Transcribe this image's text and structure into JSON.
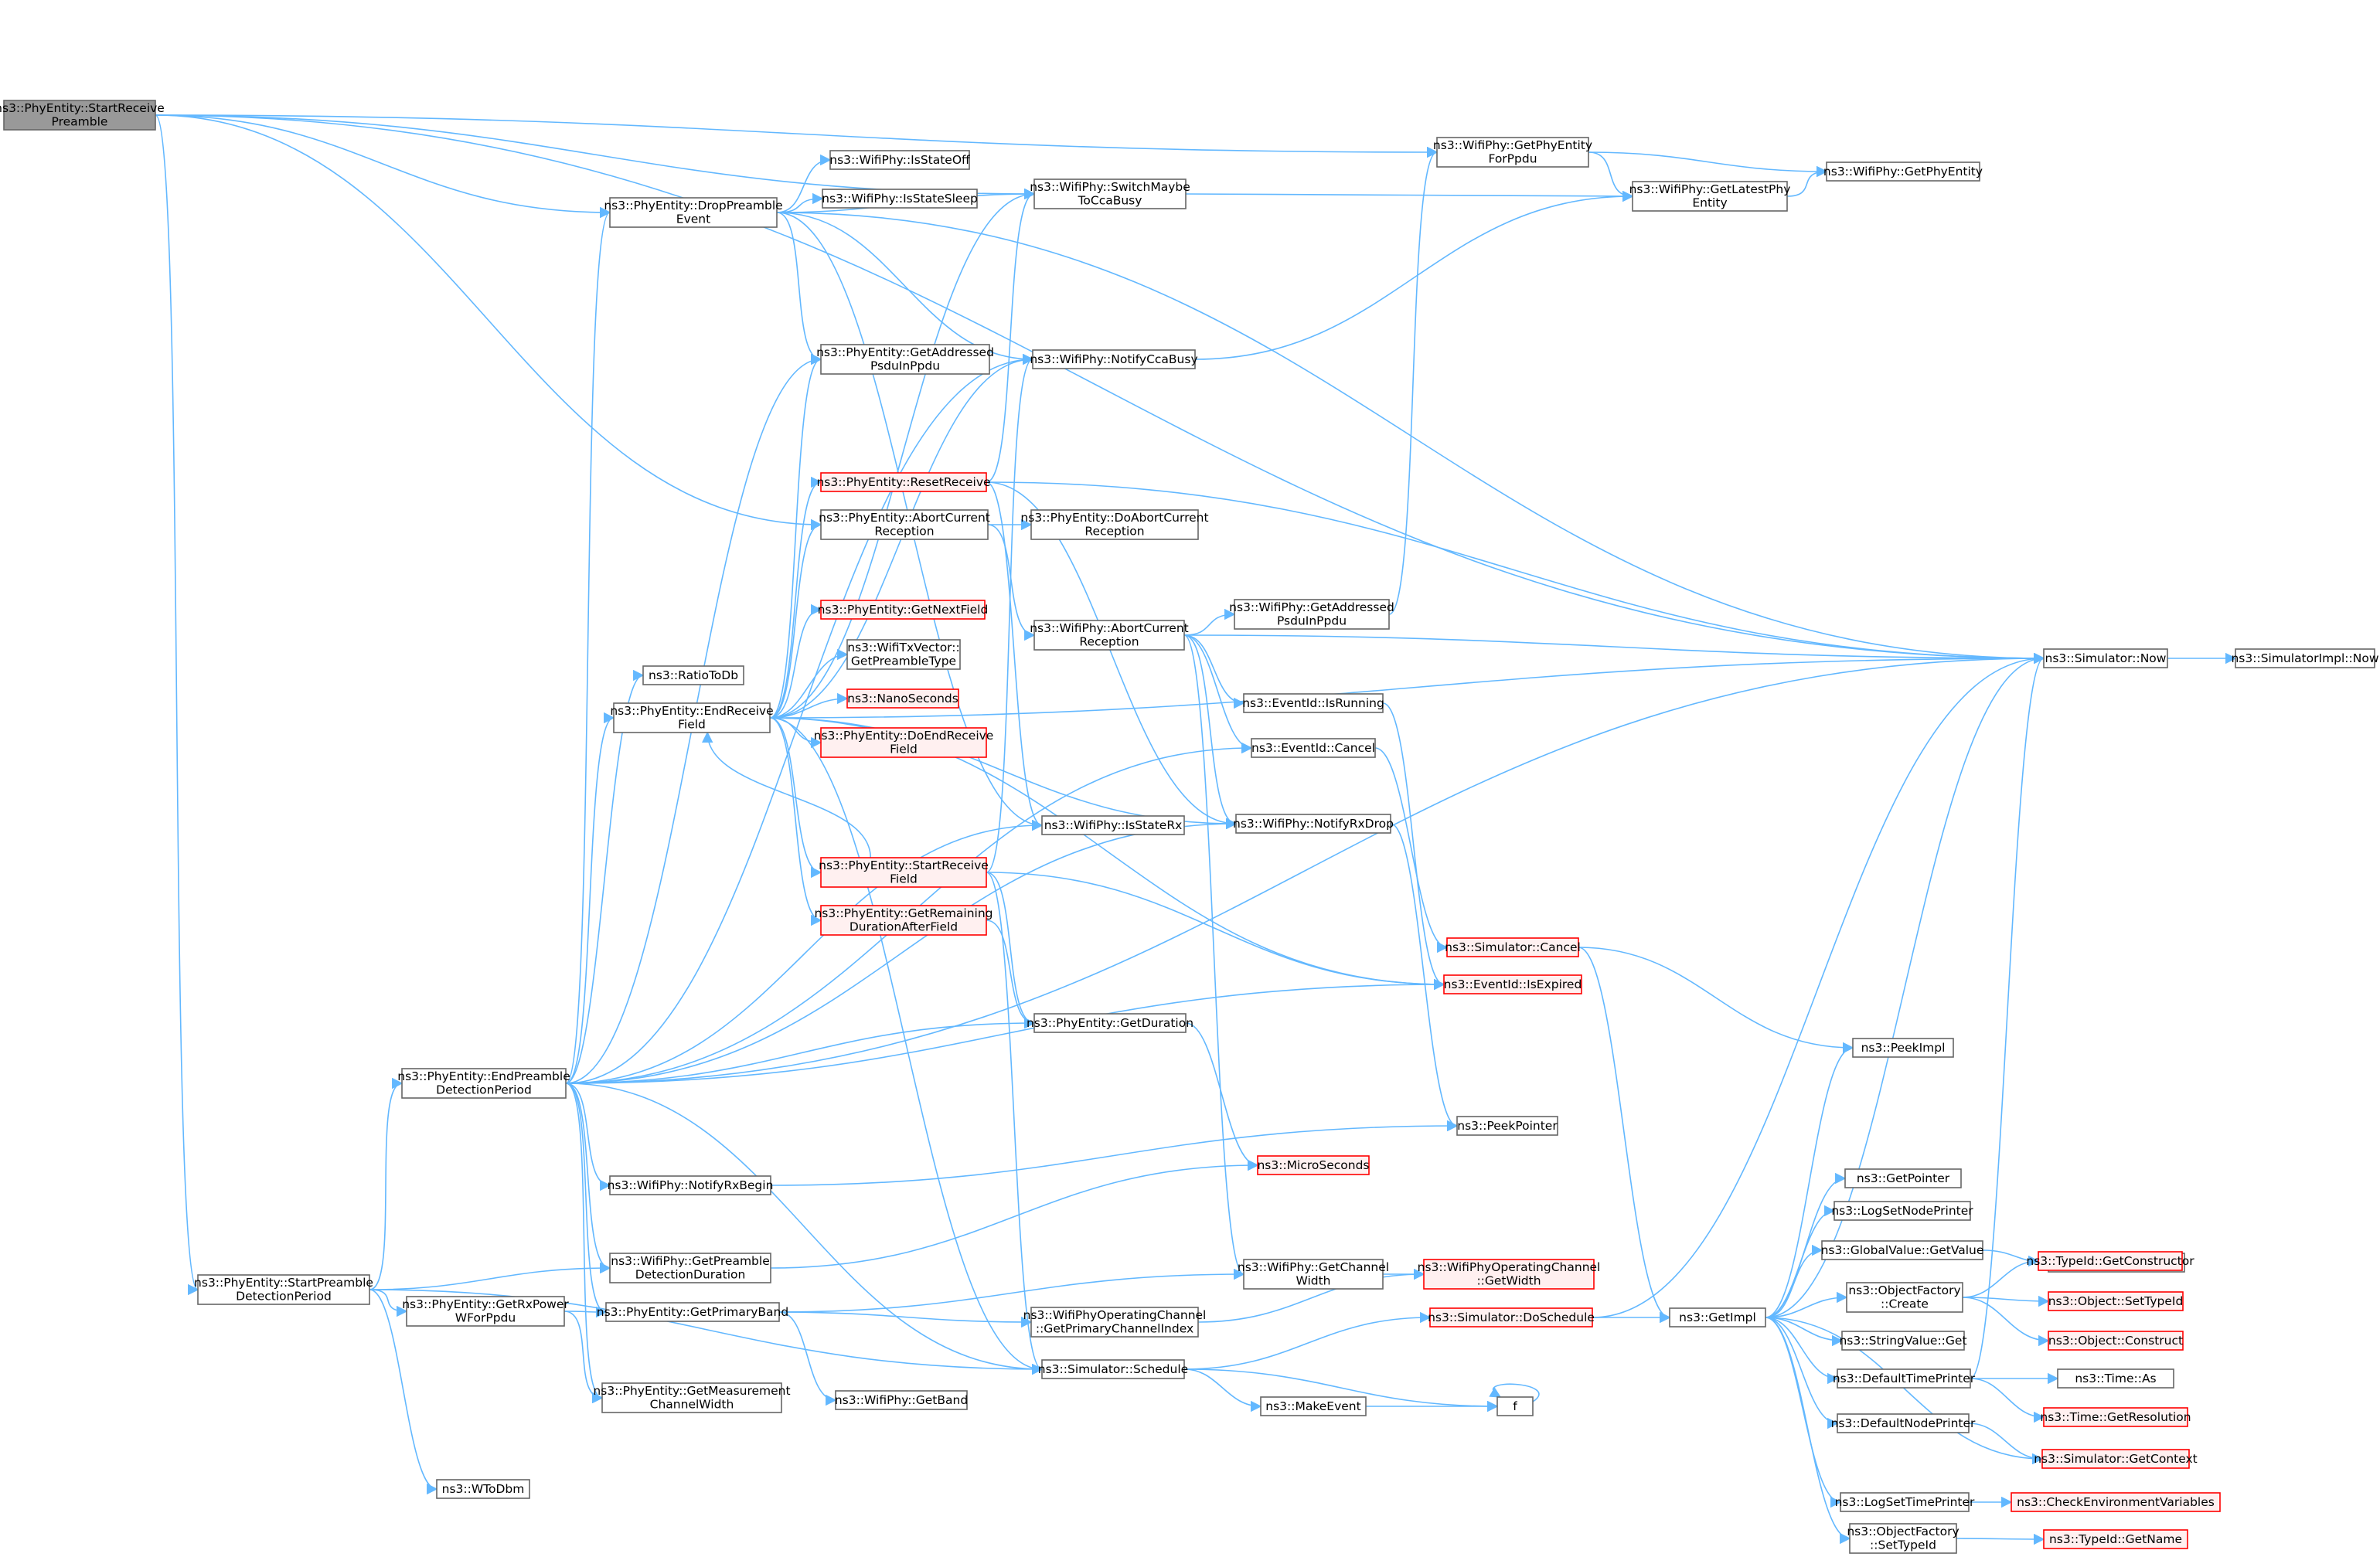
{
  "colors": {
    "edge": "#63b8ff",
    "node_border": "#666666",
    "node_fill": "#ffffff",
    "root_fill": "#999999",
    "root_border": "#666666",
    "truncated_border": "#ff0000",
    "truncated_fill": "#fff0f0",
    "text": "#000000"
  },
  "nodes": [
    {
      "id": "n0",
      "lines": [
        "ns3::PhyEntity::StartReceive",
        "Preamble"
      ],
      "style": "root"
    },
    {
      "id": "n1",
      "lines": [
        "ns3::PhyEntity::DropPreamble",
        "Event"
      ],
      "style": "normal"
    },
    {
      "id": "n2",
      "lines": [
        "ns3::PhyEntity::AbortCurrent",
        "Reception"
      ],
      "style": "normal"
    },
    {
      "id": "n3",
      "lines": [
        "ns3::PhyEntity::StartPreamble",
        "DetectionPeriod"
      ],
      "style": "normal"
    },
    {
      "id": "n4",
      "lines": [
        "ns3::WifiPhy::SwitchMaybe",
        "ToCcaBusy"
      ],
      "style": "normal"
    },
    {
      "id": "n5",
      "lines": [
        "ns3::WifiPhy::GetPhyEntity",
        "ForPpdu"
      ],
      "style": "normal"
    },
    {
      "id": "n6",
      "lines": [
        "ns3::Simulator::Now"
      ],
      "style": "normal"
    },
    {
      "id": "n7",
      "lines": [
        "ns3::WifiPhy::IsStateOff"
      ],
      "style": "normal"
    },
    {
      "id": "n8",
      "lines": [
        "ns3::WifiPhy::IsStateSleep"
      ],
      "style": "normal"
    },
    {
      "id": "n9",
      "lines": [
        "ns3::PhyEntity::GetAddressed",
        "PsduInPpdu"
      ],
      "style": "normal"
    },
    {
      "id": "n10",
      "lines": [
        "ns3::WifiPhy::NotifyCcaBusy"
      ],
      "style": "normal"
    },
    {
      "id": "n11",
      "lines": [
        "ns3::WifiPhy::GetLatestPhy",
        "Entity"
      ],
      "style": "normal"
    },
    {
      "id": "n12",
      "lines": [
        "ns3::WifiPhy::GetPhyEntity"
      ],
      "style": "normal"
    },
    {
      "id": "n13",
      "lines": [
        "ns3::PhyEntity::ResetReceive"
      ],
      "style": "truncated"
    },
    {
      "id": "n14",
      "lines": [
        "ns3::PhyEntity::DoAbortCurrent",
        "Reception"
      ],
      "style": "normal"
    },
    {
      "id": "n15",
      "lines": [
        "ns3::WifiPhy::AbortCurrent",
        "Reception"
      ],
      "style": "normal"
    },
    {
      "id": "n16",
      "lines": [
        "ns3::WifiPhy::GetAddressed",
        "PsduInPpdu"
      ],
      "style": "normal"
    },
    {
      "id": "n17",
      "lines": [
        "ns3::SimulatorImpl::Now"
      ],
      "style": "normal"
    },
    {
      "id": "n18",
      "lines": [
        "ns3::PhyEntity::GetNextField"
      ],
      "style": "truncated"
    },
    {
      "id": "n19",
      "lines": [
        "ns3::RatioToDb"
      ],
      "style": "normal"
    },
    {
      "id": "n20",
      "lines": [
        "ns3::WifiTxVector::",
        "GetPreambleType"
      ],
      "style": "normal"
    },
    {
      "id": "n21",
      "lines": [
        "ns3::PhyEntity::EndReceive",
        "Field"
      ],
      "style": "normal"
    },
    {
      "id": "n22",
      "lines": [
        "ns3::NanoSeconds"
      ],
      "style": "truncated"
    },
    {
      "id": "n23",
      "lines": [
        "ns3::PhyEntity::DoEndReceive",
        "Field"
      ],
      "style": "truncated"
    },
    {
      "id": "n24",
      "lines": [
        "ns3::EventId::IsRunning"
      ],
      "style": "normal"
    },
    {
      "id": "n25",
      "lines": [
        "ns3::EventId::Cancel"
      ],
      "style": "normal"
    },
    {
      "id": "n26",
      "lines": [
        "ns3::WifiPhy::IsStateRx"
      ],
      "style": "normal"
    },
    {
      "id": "n27",
      "lines": [
        "ns3::WifiPhy::NotifyRxDrop"
      ],
      "style": "normal"
    },
    {
      "id": "n28",
      "lines": [
        "ns3::PhyEntity::StartReceive",
        "Field"
      ],
      "style": "truncated"
    },
    {
      "id": "n29",
      "lines": [
        "ns3::PhyEntity::GetRemaining",
        "DurationAfterField"
      ],
      "style": "truncated"
    },
    {
      "id": "n30",
      "lines": [
        "ns3::Simulator::Cancel"
      ],
      "style": "truncated"
    },
    {
      "id": "n31",
      "lines": [
        "ns3::EventId::IsExpired"
      ],
      "style": "truncated"
    },
    {
      "id": "n32",
      "lines": [
        "ns3::PhyEntity::GetDuration"
      ],
      "style": "normal"
    },
    {
      "id": "n33",
      "lines": [
        "ns3::PeekImpl"
      ],
      "style": "normal"
    },
    {
      "id": "n34",
      "lines": [
        "ns3::PhyEntity::EndPreamble",
        "DetectionPeriod"
      ],
      "style": "normal"
    },
    {
      "id": "n35",
      "lines": [
        "ns3::PeekPointer"
      ],
      "style": "normal"
    },
    {
      "id": "n36",
      "lines": [
        "ns3::MicroSeconds"
      ],
      "style": "truncated"
    },
    {
      "id": "n37",
      "lines": [
        "ns3::WifiPhy::NotifyRxBegin"
      ],
      "style": "normal"
    },
    {
      "id": "n38",
      "lines": [
        "ns3::GetPointer"
      ],
      "style": "normal"
    },
    {
      "id": "n39",
      "lines": [
        "ns3::LogSetNodePrinter"
      ],
      "style": "normal"
    },
    {
      "id": "n40",
      "lines": [
        "ns3::StringValue::Set"
      ],
      "style": "normal"
    },
    {
      "id": "n41",
      "lines": [
        "ns3::GlobalValue::GetValue"
      ],
      "style": "normal"
    },
    {
      "id": "n42",
      "lines": [
        "ns3::WifiPhy::GetPreamble",
        "DetectionDuration"
      ],
      "style": "normal"
    },
    {
      "id": "n43",
      "lines": [
        "ns3::WifiPhy::GetChannel",
        "Width"
      ],
      "style": "normal"
    },
    {
      "id": "n44",
      "lines": [
        "ns3::WifiPhyOperatingChannel",
        "::GetWidth"
      ],
      "style": "truncated"
    },
    {
      "id": "n45",
      "lines": [
        "ns3::TypeId::GetConstructor"
      ],
      "style": "truncated"
    },
    {
      "id": "n46",
      "lines": [
        "ns3::PhyEntity::GetRxPower",
        "WForPpdu"
      ],
      "style": "normal"
    },
    {
      "id": "n47",
      "lines": [
        "ns3::PhyEntity::GetPrimaryBand"
      ],
      "style": "normal"
    },
    {
      "id": "n48",
      "lines": [
        "ns3::WifiPhyOperatingChannel",
        "::GetPrimaryChannelIndex"
      ],
      "style": "normal"
    },
    {
      "id": "n49",
      "lines": [
        "ns3::Simulator::DoSchedule"
      ],
      "style": "truncated"
    },
    {
      "id": "n50",
      "lines": [
        "ns3::GetImpl"
      ],
      "style": "normal"
    },
    {
      "id": "n51",
      "lines": [
        "ns3::ObjectFactory",
        "::Create"
      ],
      "style": "normal"
    },
    {
      "id": "n52",
      "lines": [
        "ns3::Object::SetTypeId"
      ],
      "style": "truncated"
    },
    {
      "id": "n53",
      "lines": [
        "ns3::StringValue::Get"
      ],
      "style": "normal"
    },
    {
      "id": "n54",
      "lines": [
        "ns3::Object::Construct"
      ],
      "style": "truncated"
    },
    {
      "id": "n55",
      "lines": [
        "ns3::Simulator::Schedule"
      ],
      "style": "normal"
    },
    {
      "id": "n56",
      "lines": [
        "ns3::DefaultTimePrinter"
      ],
      "style": "normal"
    },
    {
      "id": "n57",
      "lines": [
        "ns3::Time::As"
      ],
      "style": "normal"
    },
    {
      "id": "n58",
      "lines": [
        "ns3::PhyEntity::GetMeasurement",
        "ChannelWidth"
      ],
      "style": "normal"
    },
    {
      "id": "n59",
      "lines": [
        "ns3::WifiPhy::GetBand"
      ],
      "style": "normal"
    },
    {
      "id": "n60",
      "lines": [
        "ns3::MakeEvent"
      ],
      "style": "normal"
    },
    {
      "id": "n61",
      "lines": [
        "f"
      ],
      "style": "normal"
    },
    {
      "id": "n62",
      "lines": [
        "ns3::Time::GetResolution"
      ],
      "style": "truncated"
    },
    {
      "id": "n63",
      "lines": [
        "ns3::DefaultNodePrinter"
      ],
      "style": "normal"
    },
    {
      "id": "n64",
      "lines": [
        "ns3::Simulator::GetContext"
      ],
      "style": "truncated"
    },
    {
      "id": "n65",
      "lines": [
        "ns3::WToDbm"
      ],
      "style": "normal"
    },
    {
      "id": "n66",
      "lines": [
        "ns3::LogSetTimePrinter"
      ],
      "style": "normal"
    },
    {
      "id": "n67",
      "lines": [
        "ns3::CheckEnvironmentVariables"
      ],
      "style": "truncated"
    },
    {
      "id": "n68",
      "lines": [
        "ns3::ObjectFactory",
        "::SetTypeId"
      ],
      "style": "normal"
    },
    {
      "id": "n69",
      "lines": [
        "ns3::TypeId::GetName"
      ],
      "style": "truncated"
    }
  ],
  "edges": [
    [
      "n0",
      "n1"
    ],
    [
      "n0",
      "n2"
    ],
    [
      "n0",
      "n3"
    ],
    [
      "n0",
      "n4"
    ],
    [
      "n0",
      "n5"
    ],
    [
      "n0",
      "n6"
    ],
    [
      "n1",
      "n7"
    ],
    [
      "n1",
      "n8"
    ],
    [
      "n1",
      "n4"
    ],
    [
      "n1",
      "n9"
    ],
    [
      "n1",
      "n10"
    ],
    [
      "n1",
      "n6"
    ],
    [
      "n1",
      "n26"
    ],
    [
      "n2",
      "n14"
    ],
    [
      "n2",
      "n15"
    ],
    [
      "n3",
      "n34"
    ],
    [
      "n3",
      "n46"
    ],
    [
      "n3",
      "n42"
    ],
    [
      "n3",
      "n55"
    ],
    [
      "n3",
      "n65"
    ],
    [
      "n4",
      "n11"
    ],
    [
      "n5",
      "n11"
    ],
    [
      "n5",
      "n12"
    ],
    [
      "n11",
      "n12"
    ],
    [
      "n10",
      "n11"
    ],
    [
      "n13",
      "n4"
    ],
    [
      "n13",
      "n6"
    ],
    [
      "n13",
      "n27"
    ],
    [
      "n13",
      "n26"
    ],
    [
      "n15",
      "n16"
    ],
    [
      "n15",
      "n6"
    ],
    [
      "n15",
      "n24"
    ],
    [
      "n15",
      "n25"
    ],
    [
      "n15",
      "n27"
    ],
    [
      "n15",
      "n43"
    ],
    [
      "n16",
      "n5"
    ],
    [
      "n6",
      "n17"
    ],
    [
      "n21",
      "n9"
    ],
    [
      "n21",
      "n13"
    ],
    [
      "n21",
      "n2"
    ],
    [
      "n21",
      "n18"
    ],
    [
      "n21",
      "n20"
    ],
    [
      "n21",
      "n22"
    ],
    [
      "n21",
      "n23"
    ],
    [
      "n21",
      "n27"
    ],
    [
      "n21",
      "n28"
    ],
    [
      "n21",
      "n29"
    ],
    [
      "n21",
      "n55"
    ],
    [
      "n21",
      "n6"
    ],
    [
      "n21",
      "n10"
    ],
    [
      "n21",
      "n4"
    ],
    [
      "n21",
      "n31"
    ],
    [
      "n28",
      "n21"
    ],
    [
      "n28",
      "n10"
    ],
    [
      "n28",
      "n31"
    ],
    [
      "n28",
      "n32"
    ],
    [
      "n28",
      "n55"
    ],
    [
      "n29",
      "n32"
    ],
    [
      "n32",
      "n36"
    ],
    [
      "n24",
      "n31"
    ],
    [
      "n25",
      "n30"
    ],
    [
      "n30",
      "n33"
    ],
    [
      "n30",
      "n50"
    ],
    [
      "n27",
      "n35"
    ],
    [
      "n34",
      "n1"
    ],
    [
      "n34",
      "n9"
    ],
    [
      "n34",
      "n19"
    ],
    [
      "n34",
      "n21"
    ],
    [
      "n34",
      "n10"
    ],
    [
      "n34",
      "n25"
    ],
    [
      "n34",
      "n26"
    ],
    [
      "n34",
      "n27"
    ],
    [
      "n34",
      "n31"
    ],
    [
      "n34",
      "n32"
    ],
    [
      "n34",
      "n37"
    ],
    [
      "n34",
      "n42"
    ],
    [
      "n34",
      "n47"
    ],
    [
      "n34",
      "n55"
    ],
    [
      "n34",
      "n58"
    ],
    [
      "n34",
      "n6"
    ],
    [
      "n37",
      "n35"
    ],
    [
      "n42",
      "n36"
    ],
    [
      "n46",
      "n47"
    ],
    [
      "n46",
      "n58"
    ],
    [
      "n47",
      "n43"
    ],
    [
      "n47",
      "n48"
    ],
    [
      "n47",
      "n59"
    ],
    [
      "n43",
      "n44"
    ],
    [
      "n48",
      "n44"
    ],
    [
      "n55",
      "n49"
    ],
    [
      "n55",
      "n60"
    ],
    [
      "n55",
      "n61"
    ],
    [
      "n60",
      "n61"
    ],
    [
      "n61",
      "n61"
    ],
    [
      "n49",
      "n6"
    ],
    [
      "n49",
      "n50"
    ],
    [
      "n50",
      "n33"
    ],
    [
      "n50",
      "n38"
    ],
    [
      "n50",
      "n39"
    ],
    [
      "n50",
      "n41"
    ],
    [
      "n50",
      "n51"
    ],
    [
      "n50",
      "n53"
    ],
    [
      "n50",
      "n56"
    ],
    [
      "n50",
      "n63"
    ],
    [
      "n50",
      "n66"
    ],
    [
      "n50",
      "n68"
    ],
    [
      "n50",
      "n64"
    ],
    [
      "n50",
      "n6"
    ],
    [
      "n41",
      "n40"
    ],
    [
      "n51",
      "n45"
    ],
    [
      "n51",
      "n52"
    ],
    [
      "n51",
      "n54"
    ],
    [
      "n56",
      "n57"
    ],
    [
      "n56",
      "n62"
    ],
    [
      "n56",
      "n6"
    ],
    [
      "n63",
      "n64"
    ],
    [
      "n66",
      "n67"
    ],
    [
      "n68",
      "n69"
    ]
  ]
}
